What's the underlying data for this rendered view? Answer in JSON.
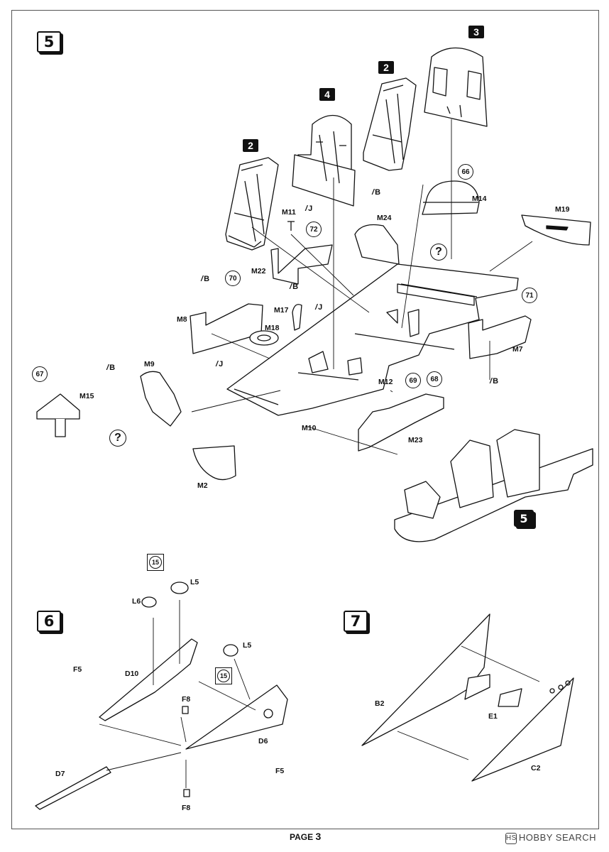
{
  "steps": {
    "step5": "5",
    "step6": "6",
    "step7": "7"
  },
  "callout_5": "5",
  "seat_badges": {
    "seat_left": "2",
    "panel_mid": "4",
    "seat_right": "2",
    "panel_right": "3"
  },
  "parts": {
    "M14": "M14",
    "M19": "M19",
    "M24": "M24",
    "M11": "M11",
    "M22": "M22",
    "M8": "M8",
    "M17": "M17",
    "M18": "M18",
    "M9": "M9",
    "M15": "M15",
    "M10": "M10",
    "M12": "M12",
    "M23": "M23",
    "M7": "M7",
    "M2": "M2",
    "L5a": "L5",
    "L6": "L6",
    "L5b": "L5",
    "F5a": "F5",
    "D10": "D10",
    "F8a": "F8",
    "D6": "D6",
    "F5b": "F5",
    "D7": "D7",
    "F8b": "F8",
    "B2": "B2",
    "E1": "E1",
    "C2": "C2"
  },
  "paint_codes": {
    "j_m11": "J",
    "b_m24": "B",
    "b_m22": "B",
    "b_m8": "B",
    "j_m17": "J",
    "j_m18": "J",
    "b_m9": "B",
    "b_m12": "B"
  },
  "decal_numbers": {
    "d66": "66",
    "d72": "72",
    "d70": "70",
    "d71": "71",
    "d67": "67",
    "d69": "69",
    "d68": "68",
    "d15a": "15",
    "d15b": "15"
  },
  "question_marks": {
    "q1": "?",
    "q2": "?"
  },
  "footer": {
    "page_label": "PAGE",
    "page_number": "3",
    "watermark": "HOBBY SEARCH",
    "watermark_icon": "HS"
  }
}
